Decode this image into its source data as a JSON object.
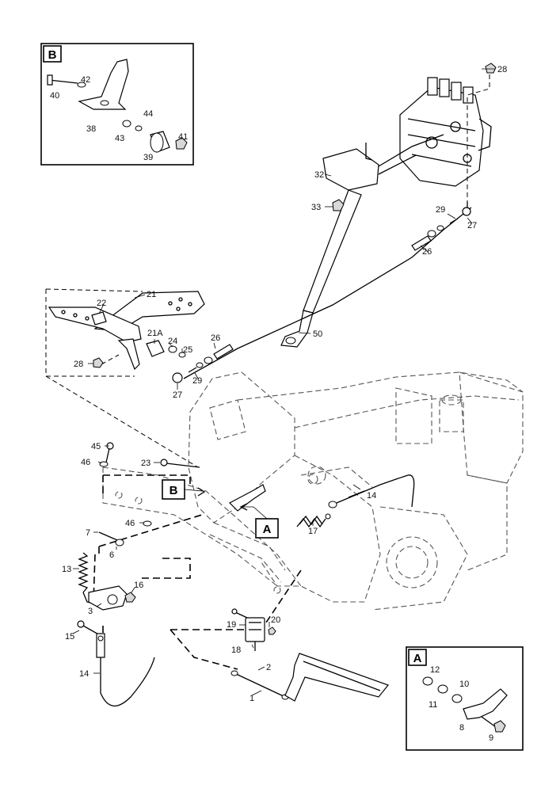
{
  "insets": {
    "B": {
      "letter": "B",
      "labels": [
        "40",
        "42",
        "38",
        "43",
        "44",
        "41",
        "39"
      ]
    },
    "A": {
      "letter": "A",
      "labels": [
        "12",
        "11",
        "10",
        "8",
        "9"
      ]
    }
  },
  "callouts": {
    "B": "B",
    "A": "A"
  },
  "labels": {
    "l28_top": "28",
    "l32": "32",
    "l33": "33",
    "l29_top": "29",
    "l27_top": "27",
    "l26_top": "26",
    "l50": "50",
    "l21": "21",
    "l22": "22",
    "l21A": "21A",
    "l24": "24",
    "l25": "25",
    "l26_mid": "26",
    "l28_mid": "28",
    "l29_mid": "29",
    "l27_mid": "27",
    "l45": "45",
    "l46_a": "46",
    "l23": "23",
    "l14_mid": "14",
    "l46_b": "46",
    "l7": "7",
    "l6": "6",
    "l17": "17",
    "l13": "13",
    "l16": "16",
    "l3": "3",
    "l15": "15",
    "l20": "20",
    "l19": "19",
    "l18": "18",
    "l14_low": "14",
    "l2": "2",
    "l1": "1"
  }
}
